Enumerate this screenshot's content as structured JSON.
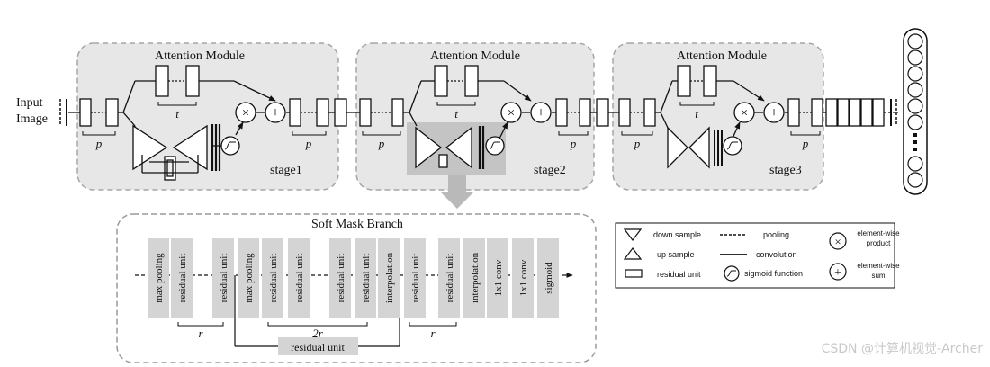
{
  "input_label": [
    "Input",
    "Image"
  ],
  "attention_modules": [
    {
      "title": "Attention Module",
      "stage": "stage1",
      "t": "t",
      "p_left": "p",
      "p_right": "p"
    },
    {
      "title": "Attention Module",
      "stage": "stage2",
      "t": "t",
      "p_left": "p",
      "p_right": "p"
    },
    {
      "title": "Attention Module",
      "stage": "stage3",
      "t": "t",
      "p_left": "p",
      "p_right": "p"
    }
  ],
  "soft_mask": {
    "title": "Soft Mask Branch",
    "units": [
      "max pooling",
      "residual unit",
      "residual unit",
      "max pooling",
      "residual unit",
      "residual unit",
      "residual unit",
      "residual unit",
      "interpolation",
      "residual unit",
      "residual unit",
      "interpolation",
      "1x1 conv",
      "1x1 conv",
      "sigmoid"
    ],
    "brace_r1": "r",
    "brace_2r": "2r",
    "brace_r2": "r",
    "skip_label": "residual unit"
  },
  "legend": {
    "down_sample": "down sample",
    "up_sample": "up sample",
    "residual_unit": "residual unit",
    "pooling": "pooling",
    "convolution": "convolution",
    "sigmoid_function": "sigmoid function",
    "product": [
      "element-wise",
      "product"
    ],
    "sum": [
      "element-wise",
      "sum"
    ]
  },
  "watermark": "CSDN @计算机视觉-Archer"
}
